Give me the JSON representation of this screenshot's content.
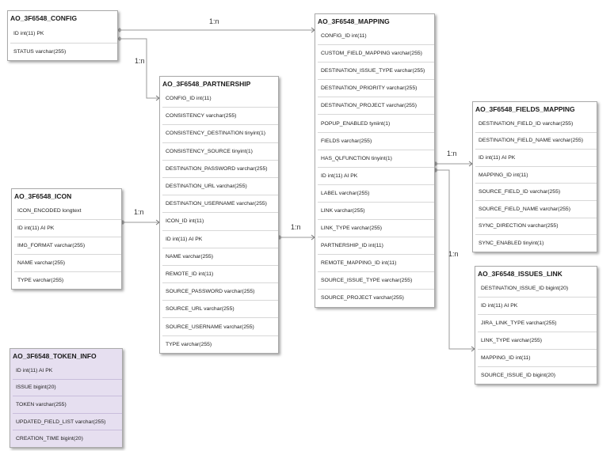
{
  "tables": {
    "config": {
      "name": "AO_3F6548_CONFIG",
      "columns": [
        "ID int(11) PK",
        "STATUS varchar(255)"
      ]
    },
    "mapping": {
      "name": "AO_3F6548_MAPPING",
      "columns": [
        "CONFIG_ID int(11)",
        "CUSTOM_FIELD_MAPPING varchar(255)",
        "DESTINATION_ISSUE_TYPE varchar(255)",
        "DESTINATION_PRIORITY varchar(255)",
        "DESTINATION_PROJECT varchar(255)",
        "POPUP_ENABLED tyniint(1)",
        "FIELDS varchar(255)",
        "HAS_QLFUNCTION tinyint(1)",
        "ID int(11) AI PK",
        "LABEL varchar(255)",
        "LINK varchar(255)",
        "LINK_TYPE varchar(255)",
        "PARTNERSHIP_ID int(11)",
        "REMOTE_MAPPING_ID int(11)",
        "SOURCE_ISSUE_TYPE varchar(255)",
        "SOURCE_PROJECT varchar(255)"
      ]
    },
    "partnership": {
      "name": "AO_3F6548_PARTNERSHIP",
      "columns": [
        "CONFIG_ID int(11)",
        "CONSISTENCY varchar(255)",
        "CONSISTENCY_DESTINATION tinyint(1)",
        "CONSISTENCY_SOURCE tinyint(1)",
        "DESTINATION_PASSWORD varchar(255)",
        "DESTINATION_URL varchar(255)",
        "DESTINATION_USERNAME varchar(255)",
        "ICON_ID int(11)",
        "ID int(11) AI PK",
        "NAME varchar(255)",
        "REMOTE_ID int(11)",
        "SOURCE_PASSWORD varchar(255)",
        "SOURCE_URL varchar(255)",
        "SOURCE_USERNAME varchar(255)",
        "TYPE varchar(255)"
      ]
    },
    "icon": {
      "name": "AO_3F6548_ICON",
      "columns": [
        "ICON_ENCODED longtext",
        "ID int(11) AI PK",
        "IMG_FORMAT varchar(255)",
        "NAME varchar(255)",
        "TYPE varchar(255)"
      ]
    },
    "token_info": {
      "name": "AO_3F6548_TOKEN_INFO",
      "columns": [
        "ID int(11) AI PK",
        "ISSUE bigint(20)",
        "TOKEN varchar(255)",
        "UPDATED_FIELD_LIST varchar(255)",
        "CREATION_TIME bigint(20)"
      ]
    },
    "fields_mapping": {
      "name": "AO_3F6548_FIELDS_MAPPING",
      "columns": [
        "DESTINATION_FIELD_ID varchar(255)",
        "DESTINATION_FIELD_NAME varchar(255)",
        "ID int(11) AI PK",
        "MAPPING_ID int(11)",
        "SOURCE_FIELD_ID varchar(255)",
        "SOURCE_FIELD_NAME varchar(255)",
        "SYNC_DIRECTION varchar(255)",
        "SYNC_ENABLED tinyint(1)"
      ]
    },
    "issues_link": {
      "name": "AO_3F6548_ISSUES_LINK",
      "columns": [
        "DESTINATION_ISSUE_ID bigint(20)",
        "ID int(11) AI PK",
        "JIRA_LINK_TYPE varchar(255)",
        "LINK_TYPE varchar(255)",
        "MAPPING_ID int(11)",
        "SOURCE_ISSUE_ID bigint(20)"
      ]
    }
  },
  "relations": {
    "config_mapping": "1:n",
    "config_partnership": "1:n",
    "icon_partnership": "1:n",
    "partnership_mapping": "1:n",
    "mapping_fields": "1:n",
    "mapping_issues": "1:n"
  },
  "colors": {
    "table_border": "#a9a9a9",
    "connector": "#999999",
    "token_info_fill": "#e6dff0"
  }
}
